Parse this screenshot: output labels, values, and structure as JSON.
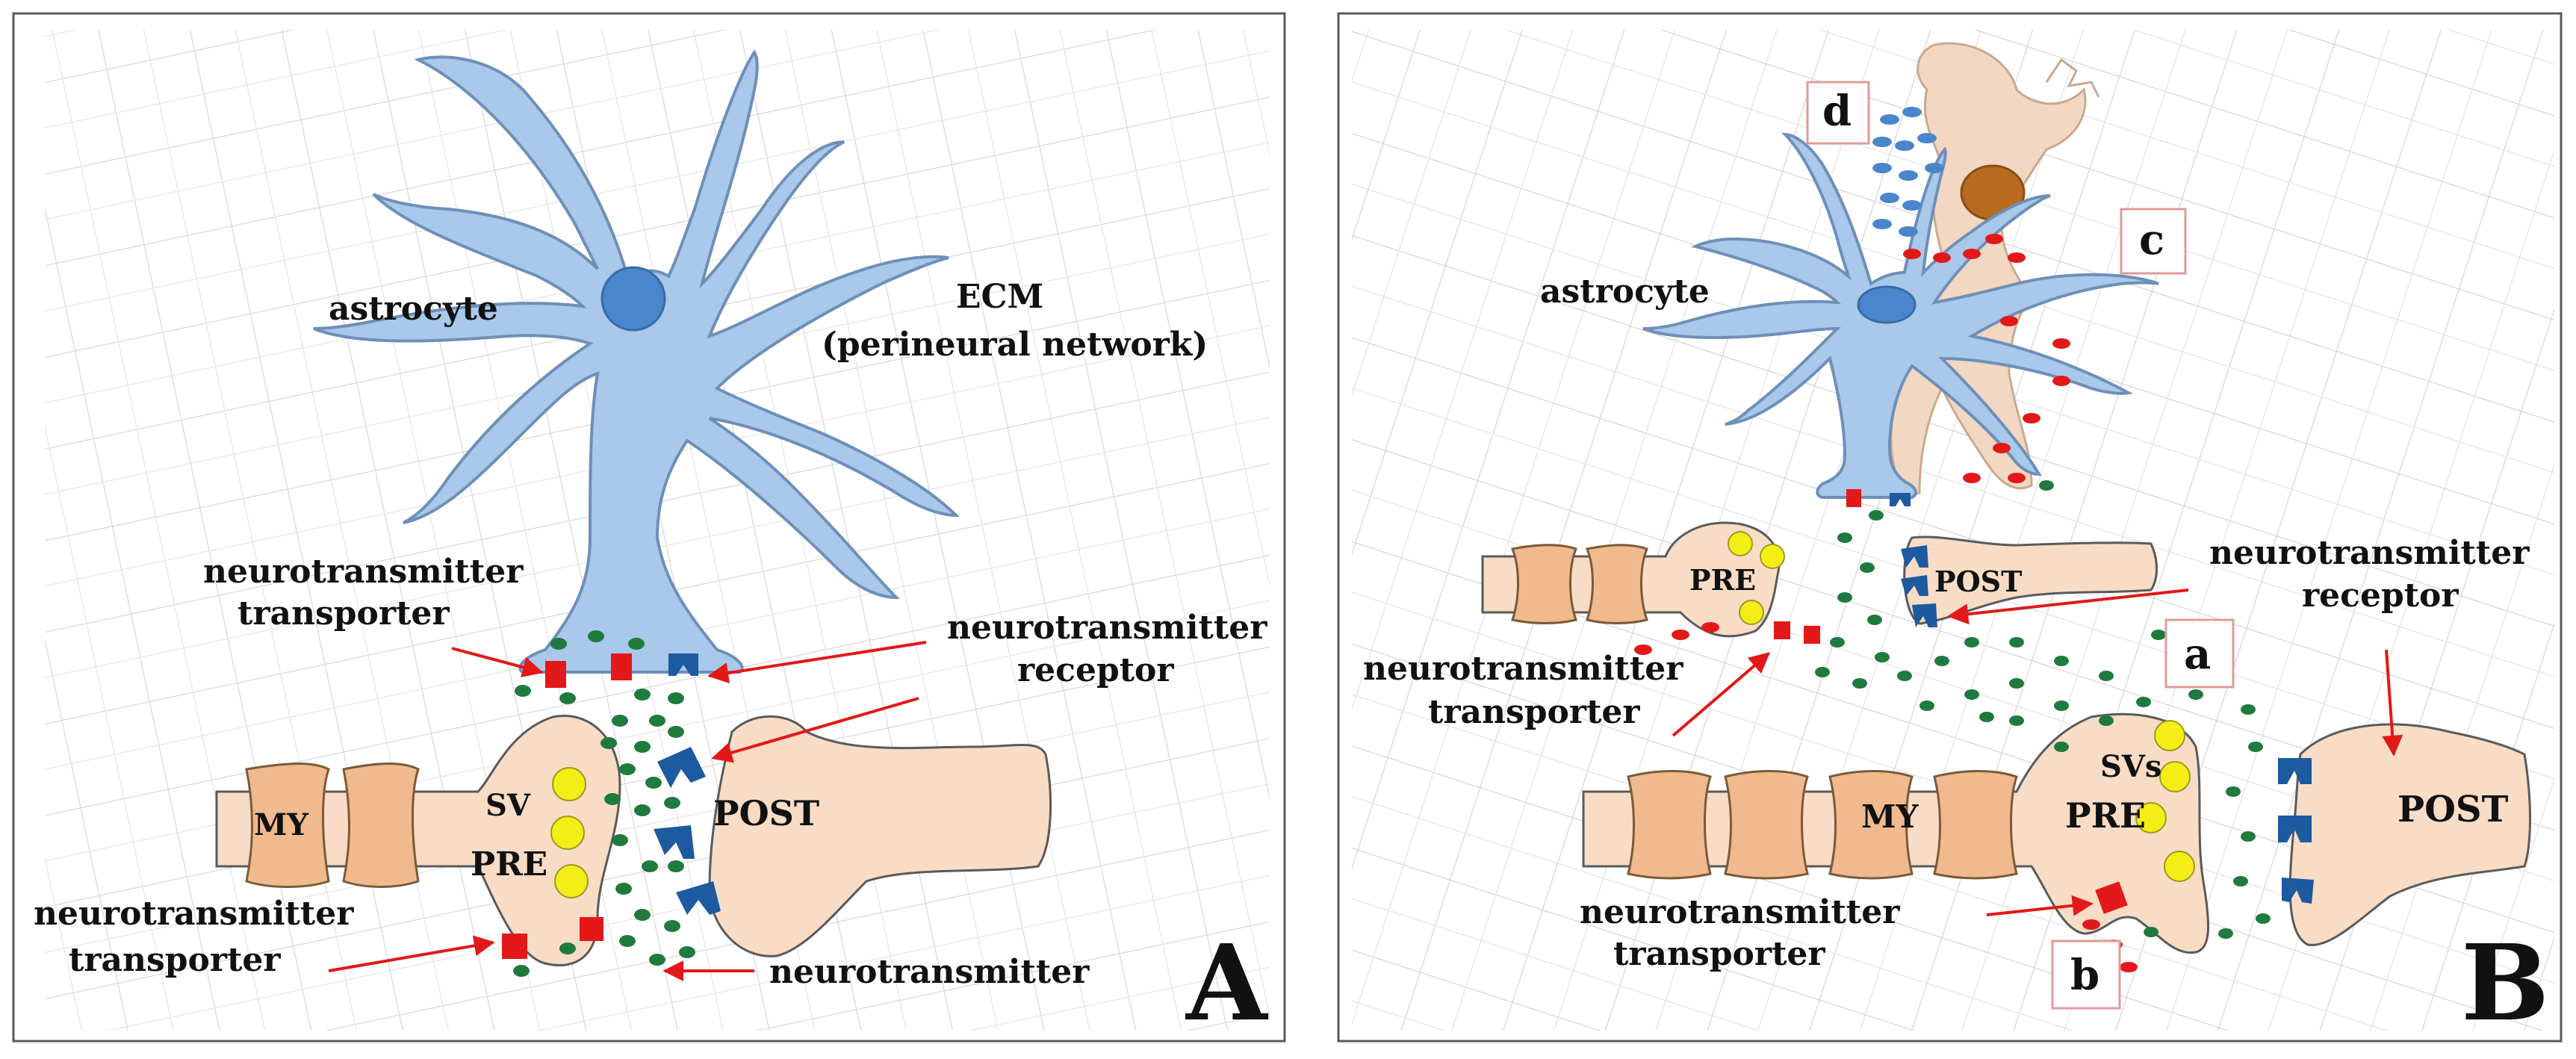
{
  "colors": {
    "astrocyte_fill": "#a9c8ea",
    "astrocyte_stroke": "#6e8fb8",
    "nucleus_fill": "#4a86cc",
    "neuron_fill": "#f8dcc5",
    "myelin_fill": "#f1b98e",
    "transporter": "#e31818",
    "receptor": "#1d5aa0",
    "neurotransmitter": "#1f7a3e",
    "vesicle": "#f5ee16",
    "microglia_fill": "#f2d7c2",
    "microglia_nucleus": "#b86a1e",
    "ecm_grid": "#d6d6d6",
    "arrow": "#e31818"
  },
  "panel_a": {
    "letter": "A",
    "labels": {
      "astrocyte": "astrocyte",
      "ecm_line1": "ECM",
      "ecm_line2": "(perineural network)",
      "transporter_top_line1": "neurotransmitter",
      "transporter_top_line2": "transporter",
      "receptor_line1": "neurotransmitter",
      "receptor_line2": "receptor",
      "my": "MY",
      "sv": "SV",
      "pre": "PRE",
      "post": "POST",
      "transporter_bottom_line1": "neurotransmitter",
      "transporter_bottom_line2": "transporter",
      "neurotransmitter": "neurotransmitter"
    }
  },
  "panel_b": {
    "letter": "B",
    "labels": {
      "astrocyte": "astrocyte",
      "box_d": "d",
      "box_c": "c",
      "box_a": "a",
      "box_b": "b",
      "pre_top": "PRE",
      "post_top": "POST",
      "receptor_line1": "neurotransmitter",
      "receptor_line2": "receptor",
      "transporter_mid_line1": "neurotransmitter",
      "transporter_mid_line2": "transporter",
      "svs": "SVs",
      "my": "MY",
      "pre_bottom": "PRE",
      "post_bottom": "POST",
      "transporter_bottom_line1": "neurotransmitter",
      "transporter_bottom_line2": "transporter"
    }
  }
}
